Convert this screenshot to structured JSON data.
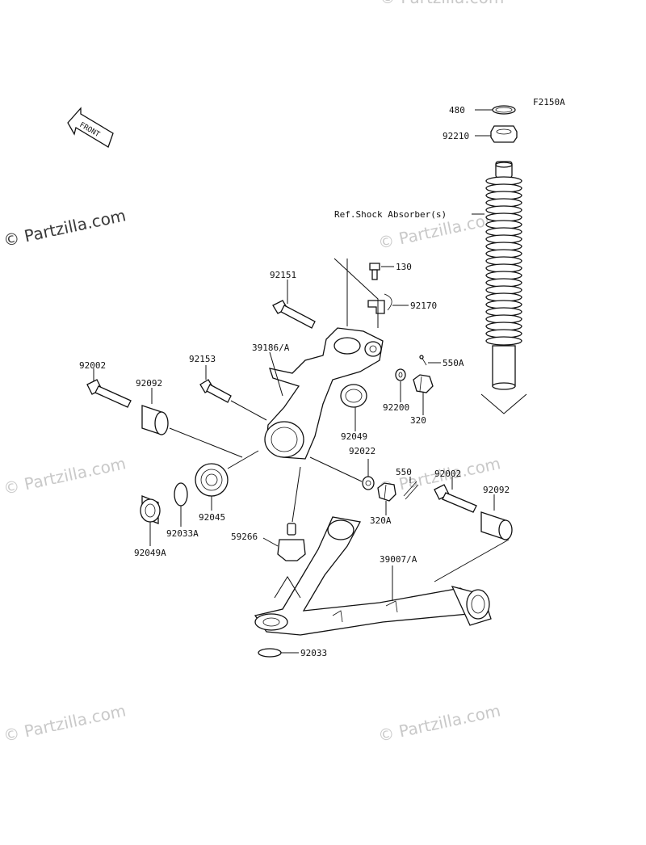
{
  "diagram_code": "F2150A",
  "front_arrow_text": "FRONT",
  "watermarks": [
    "© Partzilla.com",
    "© Partzilla.com",
    "© Partzilla.com",
    "© Partzilla.com",
    "© Partzilla.com",
    "© Partzilla.com"
  ],
  "callouts": {
    "p480": "480",
    "p92210": "92210",
    "ref_shock": "Ref.Shock Absorber(s)",
    "p130": "130",
    "p92151": "92151",
    "p92170": "92170",
    "p39186a": "39186/A",
    "p92153": "92153",
    "p550a": "550A",
    "p92002_left": "92002",
    "p92092_left": "92092",
    "p92200": "92200",
    "p320": "320",
    "p92049": "92049",
    "p92022": "92022",
    "p550": "550",
    "p92002_right": "92002",
    "p92092_right": "92092",
    "p92045": "92045",
    "p92033a": "92033A",
    "p92049a": "92049A",
    "p320a": "320A",
    "p59266": "59266",
    "p39007a": "39007/A",
    "p92033": "92033"
  },
  "colors": {
    "ink": "#111111",
    "watermark": "#c9c9c9",
    "background": "#ffffff"
  }
}
